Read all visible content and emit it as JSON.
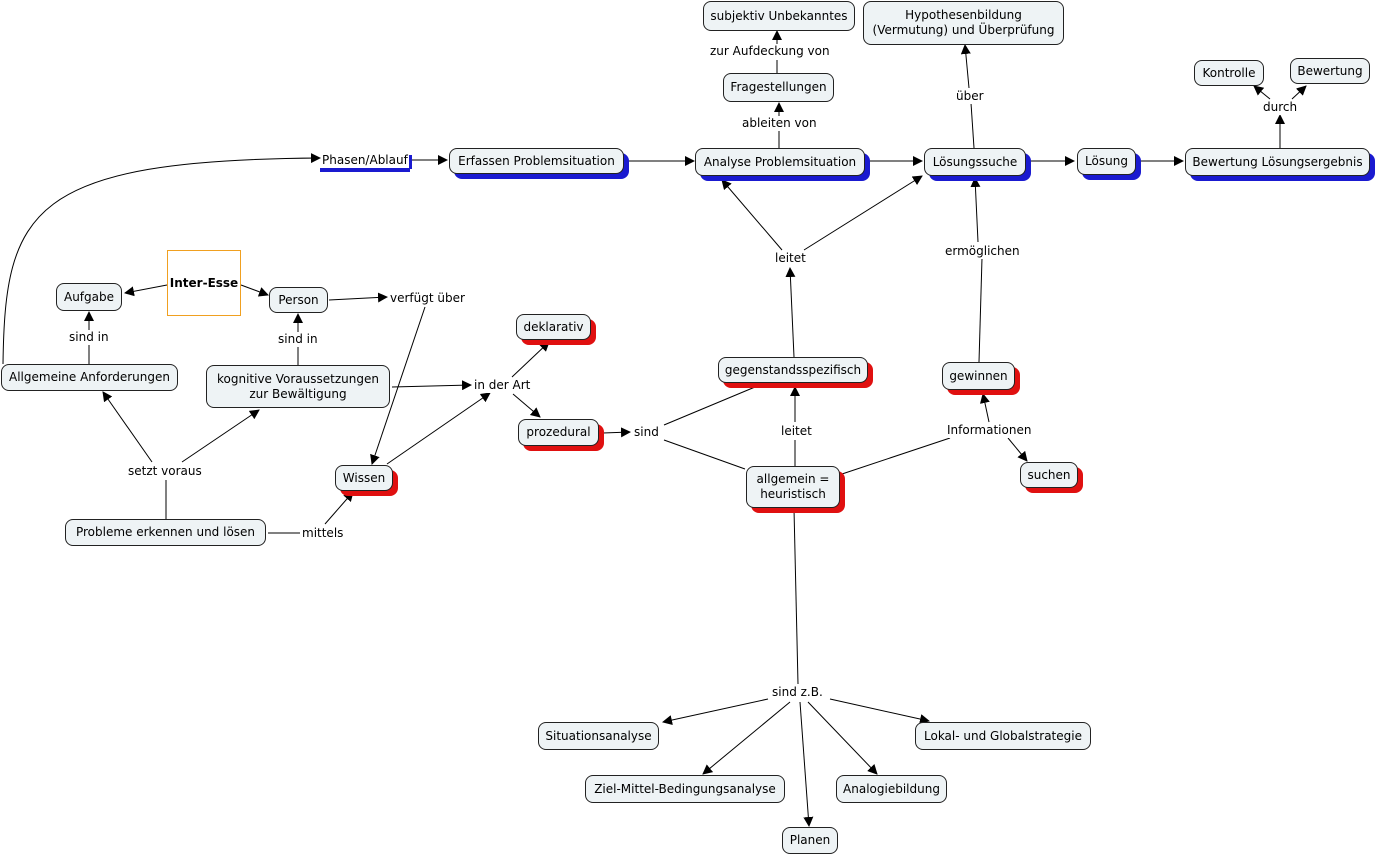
{
  "nodes": {
    "subjektiv": "subjektiv Unbekanntes",
    "hypothesen": "Hypothesenbildung\n(Vermutung) und Überprüfung",
    "fragestellungen": "Fragestellungen",
    "kontrolle": "Kontrolle",
    "bewertung": "Bewertung",
    "phasen": "Phasen/Ablauf",
    "erfassen": "Erfassen Problemsituation",
    "analyse": "Analyse Problemsituation",
    "loesungssuche": "Lösungssuche",
    "loesung": "Lösung",
    "bewertung_ergebnis": "Bewertung Lösungsergebnis",
    "inter_esse": "Inter-Esse",
    "aufgabe": "Aufgabe",
    "person": "Person",
    "deklarativ": "deklarativ",
    "allgemeine": "Allgemeine Anforderungen",
    "kognitive": "kognitive Voraussetzungen\nzur Bewältigung",
    "gegenstand": "gegenstandsspezifisch",
    "gewinnen": "gewinnen",
    "prozedural": "prozedural",
    "wissen": "Wissen",
    "allgemein": "allgemein =\nheuristisch",
    "suchen": "suchen",
    "probleme": "Probleme erkennen und lösen",
    "situationsanalyse": "Situationsanalyse",
    "lokal": "Lokal- und Globalstrategie",
    "ziel": "Ziel-Mittel-Bedingungsanalyse",
    "analogie": "Analogiebildung",
    "planen": "Planen"
  },
  "links": {
    "zur_aufdeckung": "zur Aufdeckung von",
    "ableiten": "ableiten von",
    "ueber": "über",
    "durch": "durch",
    "leitet_top": "leitet",
    "ermoeglichen": "ermöglichen",
    "sind_in_1": "sind in",
    "sind_in_2": "sind in",
    "verfuegt": "verfügt über",
    "in_der_art": "in der Art",
    "sind": "sind",
    "leitet_mid": "leitet",
    "informationen": "Informationen",
    "setzt_voraus": "setzt voraus",
    "mittels": "mittels",
    "sind_zb": "sind z.B."
  },
  "colors": {
    "process_shadow": "#1a1ad0",
    "knowledge_shadow": "#e01010",
    "node_fill": "#eef3f5",
    "inter_border": "#f0a020"
  }
}
